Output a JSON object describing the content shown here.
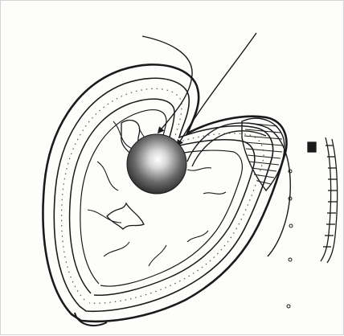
{
  "figure": {
    "subject": "skull-cross-section-illustration",
    "icons": [
      "sphere-marker",
      "arrow",
      "pipe-tube",
      "dotted-trail"
    ],
    "colors": {
      "line": "#1a1a1a",
      "paper": "#fdfdfb",
      "frame": "#d4d4d4",
      "sphere_light": "#ffffff",
      "sphere_dark": "#2a2a2a"
    }
  }
}
